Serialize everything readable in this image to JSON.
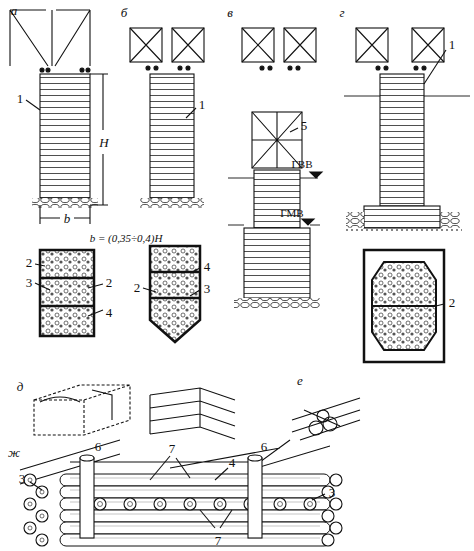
{
  "diagram": {
    "labels": [
      "а",
      "б",
      "в",
      "г",
      "H",
      "1",
      "1",
      "5",
      "ГВВ",
      "ГМВ",
      "1",
      "b",
      "b = (0,35÷0,4)H",
      "2",
      "3",
      "2",
      "4",
      "4",
      "2",
      "3",
      "2",
      "д",
      "е",
      "ж",
      "6",
      "7",
      "4",
      "6",
      "3",
      "3",
      "7"
    ]
  }
}
